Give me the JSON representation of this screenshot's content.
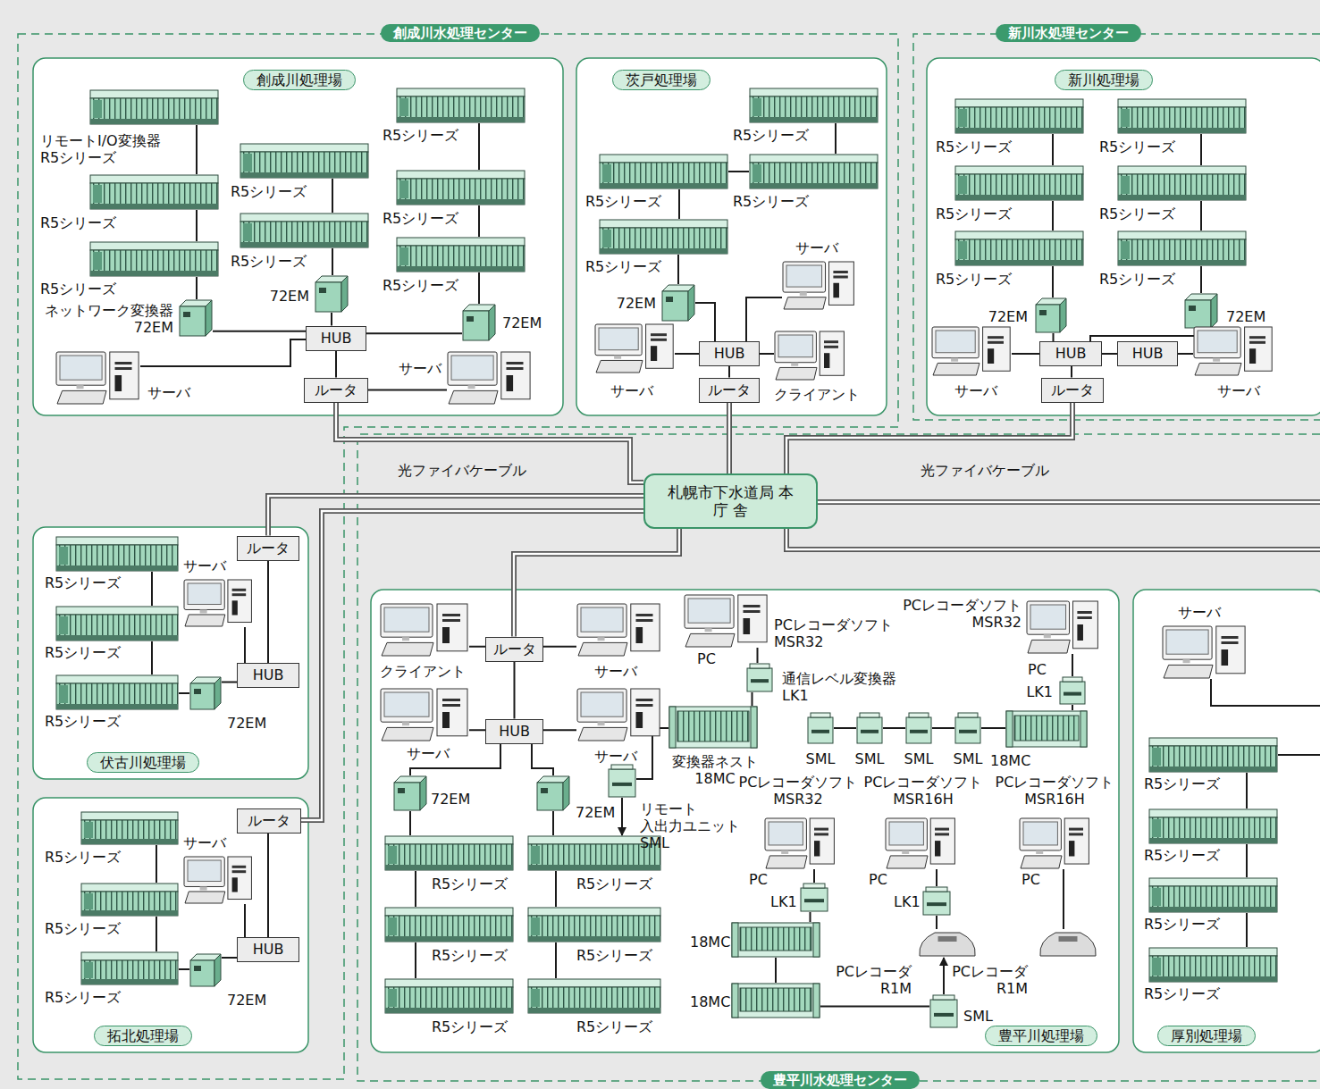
{
  "diagram": {
    "nodes": [
      {
        "text": [
          "創成川水処理センター"
        ]
      },
      {
        "text": [
          "創成川処理場"
        ],
        "in": 0
      },
      {
        "text": [
          "リモートI/O変換器 R5シリーズ"
        ],
        "in": 1
      },
      {
        "text": [
          "R5シリーズ"
        ],
        "in": 1
      },
      {
        "text": [
          "R5シリーズ"
        ],
        "in": 1
      },
      {
        "text": [
          "ネットワーク変換器 72EM"
        ],
        "in": 1
      },
      {
        "text": [
          "R5シリーズ"
        ],
        "in": 1
      },
      {
        "text": [
          "R5シリーズ"
        ],
        "in": 1
      },
      {
        "text": [
          "72EM"
        ],
        "in": 1
      },
      {
        "text": [
          "R5シリーズ"
        ],
        "in": 1
      },
      {
        "text": [
          "R5シリーズ"
        ],
        "in": 1
      },
      {
        "text": [
          "R5シリーズ"
        ],
        "in": 1
      },
      {
        "text": [
          "72EM"
        ],
        "in": 1
      },
      {
        "text": [
          "HUB"
        ],
        "in": 1
      },
      {
        "text": [
          "ルータ"
        ],
        "in": 1
      },
      {
        "text": [
          "サーバ"
        ],
        "in": 1
      },
      {
        "text": [
          "サーバ"
        ],
        "in": 1
      },
      {
        "text": [
          "茨戸処理場"
        ],
        "in": 0
      },
      {
        "text": [
          "R5シリーズ"
        ],
        "in": 17
      },
      {
        "text": [
          "R5シリーズ"
        ],
        "in": 17
      },
      {
        "text": [
          "R5シリーズ"
        ],
        "in": 17
      },
      {
        "text": [
          "R5シリーズ"
        ],
        "in": 17
      },
      {
        "text": [
          "72EM"
        ],
        "in": 17
      },
      {
        "text": [
          "HUB"
        ],
        "in": 17
      },
      {
        "text": [
          "ルータ"
        ],
        "in": 17
      },
      {
        "text": [
          "サーバ"
        ],
        "in": 17
      },
      {
        "text": [
          "サーバ"
        ],
        "in": 17
      },
      {
        "text": [
          "クライアント"
        ],
        "in": 17
      },
      {
        "text": [
          "伏古川処理場"
        ],
        "in": 0
      },
      {
        "text": [
          "R5シリーズ"
        ],
        "in": 28
      },
      {
        "text": [
          "R5シリーズ"
        ],
        "in": 28
      },
      {
        "text": [
          "R5シリーズ"
        ],
        "in": 28
      },
      {
        "text": [
          "72EM"
        ],
        "in": 28
      },
      {
        "text": [
          "HUB"
        ],
        "in": 28
      },
      {
        "text": [
          "ルータ"
        ],
        "in": 28
      },
      {
        "text": [
          "サーバ"
        ],
        "in": 28
      },
      {
        "text": [
          "拓北処理場"
        ],
        "in": 0
      },
      {
        "text": [
          "R5シリーズ"
        ],
        "in": 36
      },
      {
        "text": [
          "R5シリーズ"
        ],
        "in": 36
      },
      {
        "text": [
          "R5シリーズ"
        ],
        "in": 36
      },
      {
        "text": [
          "72EM"
        ],
        "in": 36
      },
      {
        "text": [
          "HUB"
        ],
        "in": 36
      },
      {
        "text": [
          "ルータ"
        ],
        "in": 36
      },
      {
        "text": [
          "サーバ"
        ],
        "in": 36
      },
      {
        "text": [
          "新川水処理センター"
        ]
      },
      {
        "text": [
          "新川処理場"
        ],
        "in": 44
      },
      {
        "text": [
          "R5シリーズ"
        ],
        "in": 45
      },
      {
        "text": [
          "R5シリーズ"
        ],
        "in": 45
      },
      {
        "text": [
          "R5シリーズ"
        ],
        "in": 45
      },
      {
        "text": [
          "72EM"
        ],
        "in": 45
      },
      {
        "text": [
          "R5シリーズ"
        ],
        "in": 45
      },
      {
        "text": [
          "R5シリーズ"
        ],
        "in": 45
      },
      {
        "text": [
          "R5シリーズ"
        ],
        "in": 45
      },
      {
        "text": [
          "72EM"
        ],
        "in": 45
      },
      {
        "text": [
          "HUB"
        ],
        "in": 45
      },
      {
        "text": [
          "HUB"
        ],
        "in": 45
      },
      {
        "text": [
          "ルータ"
        ],
        "in": 45
      },
      {
        "text": [
          "サーバ"
        ],
        "in": 45
      },
      {
        "text": [
          "サーバ"
        ],
        "in": 45
      },
      {
        "text": [
          "札幌市下水道局 本 庁 舎"
        ]
      },
      {
        "text": [
          "豊平川水処理センター"
        ]
      },
      {
        "text": [
          "豊平川処理場"
        ],
        "in": 60
      },
      {
        "text": [
          "クライアント"
        ],
        "in": 61
      },
      {
        "text": [
          "ルータ"
        ],
        "in": 61
      },
      {
        "text": [
          "サーバ"
        ],
        "in": 61
      },
      {
        "text": [
          "サーバ"
        ],
        "in": 61
      },
      {
        "text": [
          "HUB"
        ],
        "in": 61
      },
      {
        "text": [
          "サーバ"
        ],
        "in": 61
      },
      {
        "text": [
          "72EM"
        ],
        "in": 61
      },
      {
        "text": [
          "72EM"
        ],
        "in": 61
      },
      {
        "text": [
          "R5シリーズ"
        ],
        "in": 61
      },
      {
        "text": [
          "R5シリーズ"
        ],
        "in": 61
      },
      {
        "text": [
          "R5シリーズ"
        ],
        "in": 61
      },
      {
        "text": [
          "R5シリーズ"
        ],
        "in": 61
      },
      {
        "text": [
          "R5シリーズ"
        ],
        "in": 61
      },
      {
        "text": [
          "R5シリーズ"
        ],
        "in": 61
      },
      {
        "text": [
          "PCレコーダソフト MSR32",
          "PC"
        ],
        "in": 61
      },
      {
        "text": [
          "通信レベル変換器 LK1"
        ],
        "in": 61
      },
      {
        "text": [
          "変換器ネスト 18MC"
        ],
        "in": 61
      },
      {
        "text": [
          "リモート 入出力ユニット SML"
        ],
        "in": 61
      },
      {
        "text": [
          "PCレコーダソフト MSR32",
          "PC"
        ],
        "in": 61
      },
      {
        "text": [
          "LK1"
        ],
        "in": 61
      },
      {
        "text": [
          "18MC"
        ],
        "in": 61
      },
      {
        "text": [
          "SML"
        ],
        "in": 61
      },
      {
        "text": [
          "SML"
        ],
        "in": 61
      },
      {
        "text": [
          "SML"
        ],
        "in": 61
      },
      {
        "text": [
          "SML"
        ],
        "in": 61
      },
      {
        "text": [
          "PCレコーダソフト MSR32",
          "PC"
        ],
        "in": 61
      },
      {
        "text": [
          "LK1"
        ],
        "in": 61
      },
      {
        "text": [
          "18MC"
        ],
        "in": 61
      },
      {
        "text": [
          "18MC"
        ],
        "in": 61
      },
      {
        "text": [
          "SML"
        ],
        "in": 61
      },
      {
        "text": [
          "PCレコーダソフト MSR16H",
          "PC"
        ],
        "in": 61
      },
      {
        "text": [
          "LK1"
        ],
        "in": 61
      },
      {
        "text": [
          "PCレコーダ R1M"
        ],
        "in": 61
      },
      {
        "text": [
          "PCレコーダソフト MSR16H",
          "PC"
        ],
        "in": 61
      },
      {
        "text": [
          "PCレコーダ R1M"
        ],
        "in": 61
      },
      {
        "text": [
          "厚別処理場"
        ],
        "in": 60
      },
      {
        "text": [
          "サーバ"
        ],
        "in": 97
      },
      {
        "text": [
          "R5シリーズ"
        ],
        "in": 97
      },
      {
        "text": [
          "R5シリーズ"
        ],
        "in": 97
      },
      {
        "text": [
          "R5シリーズ"
        ],
        "in": 97
      },
      {
        "text": [
          "R5シリーズ"
        ],
        "in": 97
      }
    ],
    "edges": [
      {
        "from": 2,
        "to": 3,
        "arrow": "none"
      },
      {
        "from": 3,
        "to": 4,
        "arrow": "none"
      },
      {
        "from": 4,
        "to": 5,
        "arrow": "none"
      },
      {
        "from": 5,
        "to": 13,
        "arrow": "none"
      },
      {
        "from": 6,
        "to": 7,
        "arrow": "none"
      },
      {
        "from": 7,
        "to": 8,
        "arrow": "none"
      },
      {
        "from": 8,
        "to": 13,
        "arrow": "none"
      },
      {
        "from": 9,
        "to": 10,
        "arrow": "none"
      },
      {
        "from": 10,
        "to": 11,
        "arrow": "none"
      },
      {
        "from": 11,
        "to": 12,
        "arrow": "none"
      },
      {
        "from": 12,
        "to": 13,
        "arrow": "none"
      },
      {
        "from": 15,
        "to": 13,
        "arrow": "none"
      },
      {
        "from": 13,
        "to": 14,
        "arrow": "none"
      },
      {
        "from": 14,
        "to": 16,
        "arrow": "none"
      },
      {
        "from": 18,
        "to": 19,
        "arrow": "none"
      },
      {
        "from": 20,
        "to": 19,
        "arrow": "none"
      },
      {
        "from": 20,
        "to": 21,
        "arrow": "none"
      },
      {
        "from": 21,
        "to": 22,
        "arrow": "none"
      },
      {
        "from": 22,
        "to": 23,
        "arrow": "none"
      },
      {
        "from": 25,
        "to": 23,
        "arrow": "none"
      },
      {
        "from": 23,
        "to": 27,
        "arrow": "none"
      },
      {
        "from": 23,
        "to": 26,
        "arrow": "none"
      },
      {
        "from": 23,
        "to": 24,
        "arrow": "none"
      },
      {
        "from": 29,
        "to": 30,
        "arrow": "none"
      },
      {
        "from": 30,
        "to": 31,
        "arrow": "none"
      },
      {
        "from": 31,
        "to": 32,
        "arrow": "none"
      },
      {
        "from": 32,
        "to": 33,
        "arrow": "none"
      },
      {
        "from": 35,
        "to": 33,
        "arrow": "none"
      },
      {
        "from": 33,
        "to": 34,
        "arrow": "none"
      },
      {
        "from": 37,
        "to": 38,
        "arrow": "none"
      },
      {
        "from": 38,
        "to": 39,
        "arrow": "none"
      },
      {
        "from": 39,
        "to": 40,
        "arrow": "none"
      },
      {
        "from": 40,
        "to": 41,
        "arrow": "none"
      },
      {
        "from": 43,
        "to": 41,
        "arrow": "none"
      },
      {
        "from": 41,
        "to": 42,
        "arrow": "none"
      },
      {
        "from": 46,
        "to": 47,
        "arrow": "none"
      },
      {
        "from": 47,
        "to": 48,
        "arrow": "none"
      },
      {
        "from": 48,
        "to": 49,
        "arrow": "none"
      },
      {
        "from": 49,
        "to": 54,
        "arrow": "none"
      },
      {
        "from": 50,
        "to": 51,
        "arrow": "none"
      },
      {
        "from": 51,
        "to": 52,
        "arrow": "none"
      },
      {
        "from": 52,
        "to": 53,
        "arrow": "none"
      },
      {
        "from": 53,
        "to": 54,
        "arrow": "none"
      },
      {
        "from": 57,
        "to": 54,
        "arrow": "none"
      },
      {
        "from": 54,
        "to": 55,
        "arrow": "none"
      },
      {
        "from": 55,
        "to": 58,
        "arrow": "none"
      },
      {
        "from": 54,
        "to": 56,
        "arrow": "none"
      },
      {
        "from": 14,
        "to": 59,
        "arrow": "none"
      },
      {
        "from": 24,
        "to": 59,
        "arrow": "none"
      },
      {
        "from": 56,
        "to": 59,
        "arrow": "none"
      },
      {
        "from": 59,
        "to": 34,
        "arrow": "none"
      },
      {
        "from": 59,
        "to": 42,
        "arrow": "none"
      },
      {
        "from": 59,
        "to": 63,
        "arrow": "none"
      },
      {
        "from": 62,
        "to": 63,
        "arrow": "none"
      },
      {
        "from": 63,
        "to": 64,
        "arrow": "none"
      },
      {
        "from": 63,
        "to": 66,
        "arrow": "none"
      },
      {
        "from": 65,
        "to": 66,
        "arrow": "none"
      },
      {
        "from": 66,
        "to": 67,
        "arrow": "none"
      },
      {
        "from": 66,
        "to": 68,
        "arrow": "none"
      },
      {
        "from": 66,
        "to": 69,
        "arrow": "none"
      },
      {
        "from": 68,
        "to": 70,
        "arrow": "none"
      },
      {
        "from": 70,
        "to": 71,
        "arrow": "none"
      },
      {
        "from": 71,
        "to": 72,
        "arrow": "none"
      },
      {
        "from": 69,
        "to": 73,
        "arrow": "none"
      },
      {
        "from": 73,
        "to": 74,
        "arrow": "none"
      },
      {
        "from": 74,
        "to": 75,
        "arrow": "none"
      },
      {
        "from": 76,
        "to": 77,
        "arrow": "none"
      },
      {
        "from": 77,
        "to": 78,
        "arrow": "none"
      },
      {
        "from": 78,
        "to": 79,
        "arrow": "none"
      },
      {
        "from": 79,
        "to": 73,
        "arrow": "to"
      },
      {
        "from": 83,
        "to": 84,
        "arrow": "none"
      },
      {
        "from": 84,
        "to": 85,
        "arrow": "none"
      },
      {
        "from": 85,
        "to": 86,
        "arrow": "none"
      },
      {
        "from": 86,
        "to": 82,
        "arrow": "none"
      },
      {
        "from": 82,
        "to": 81,
        "arrow": "none"
      },
      {
        "from": 81,
        "to": 80,
        "arrow": "none"
      },
      {
        "from": 87,
        "to": 88,
        "arrow": "none"
      },
      {
        "from": 88,
        "to": 89,
        "arrow": "none"
      },
      {
        "from": 89,
        "to": 90,
        "arrow": "none"
      },
      {
        "from": 90,
        "to": 91,
        "arrow": "none"
      },
      {
        "from": 91,
        "to": 94,
        "arrow": "to"
      },
      {
        "from": 92,
        "to": 93,
        "arrow": "none"
      },
      {
        "from": 93,
        "to": 94,
        "arrow": "none"
      },
      {
        "from": 95,
        "to": 96,
        "arrow": "none"
      },
      {
        "from": 99,
        "to": 100,
        "arrow": "none"
      },
      {
        "from": 100,
        "to": 101,
        "arrow": "none"
      },
      {
        "from": 101,
        "to": 102,
        "arrow": "none"
      }
    ],
    "labels": [
      "光ファイバケーブル",
      "光ファイバケーブル"
    ]
  }
}
